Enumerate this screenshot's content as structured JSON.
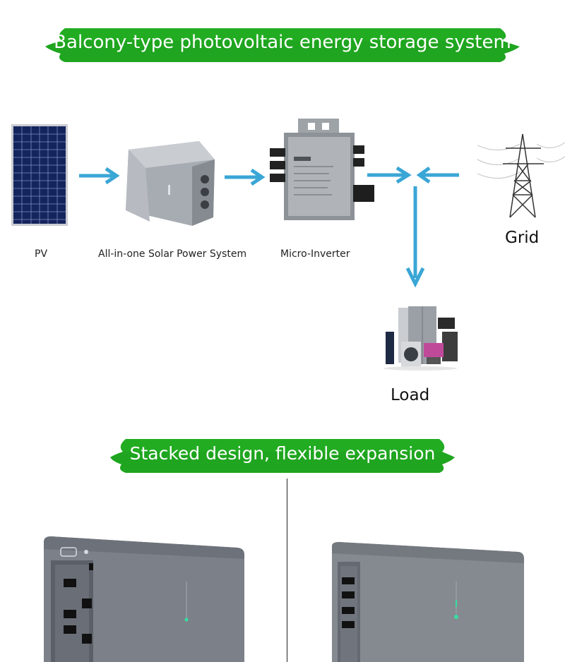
{
  "banners": {
    "top": "Balcony-type photovoltaic energy storage system",
    "middle": "Stacked design, flexible expansion"
  },
  "diagram": {
    "nodes": {
      "pv": "PV",
      "aio": "All-in-one Solar Power System",
      "inverter": "Micro-Inverter",
      "grid": "Grid",
      "load": "Load"
    }
  },
  "colors": {
    "banner_green": "#1fa51f",
    "banner_dark": "#138a13",
    "arrow_blue": "#3aa6d6",
    "battery_gray": "#7c8189",
    "led_green": "#35e0a0"
  },
  "icons": [
    "solar-panel-icon",
    "battery-box-icon",
    "micro-inverter-icon",
    "transmission-tower-icon",
    "appliances-icon",
    "arrow-icon"
  ]
}
